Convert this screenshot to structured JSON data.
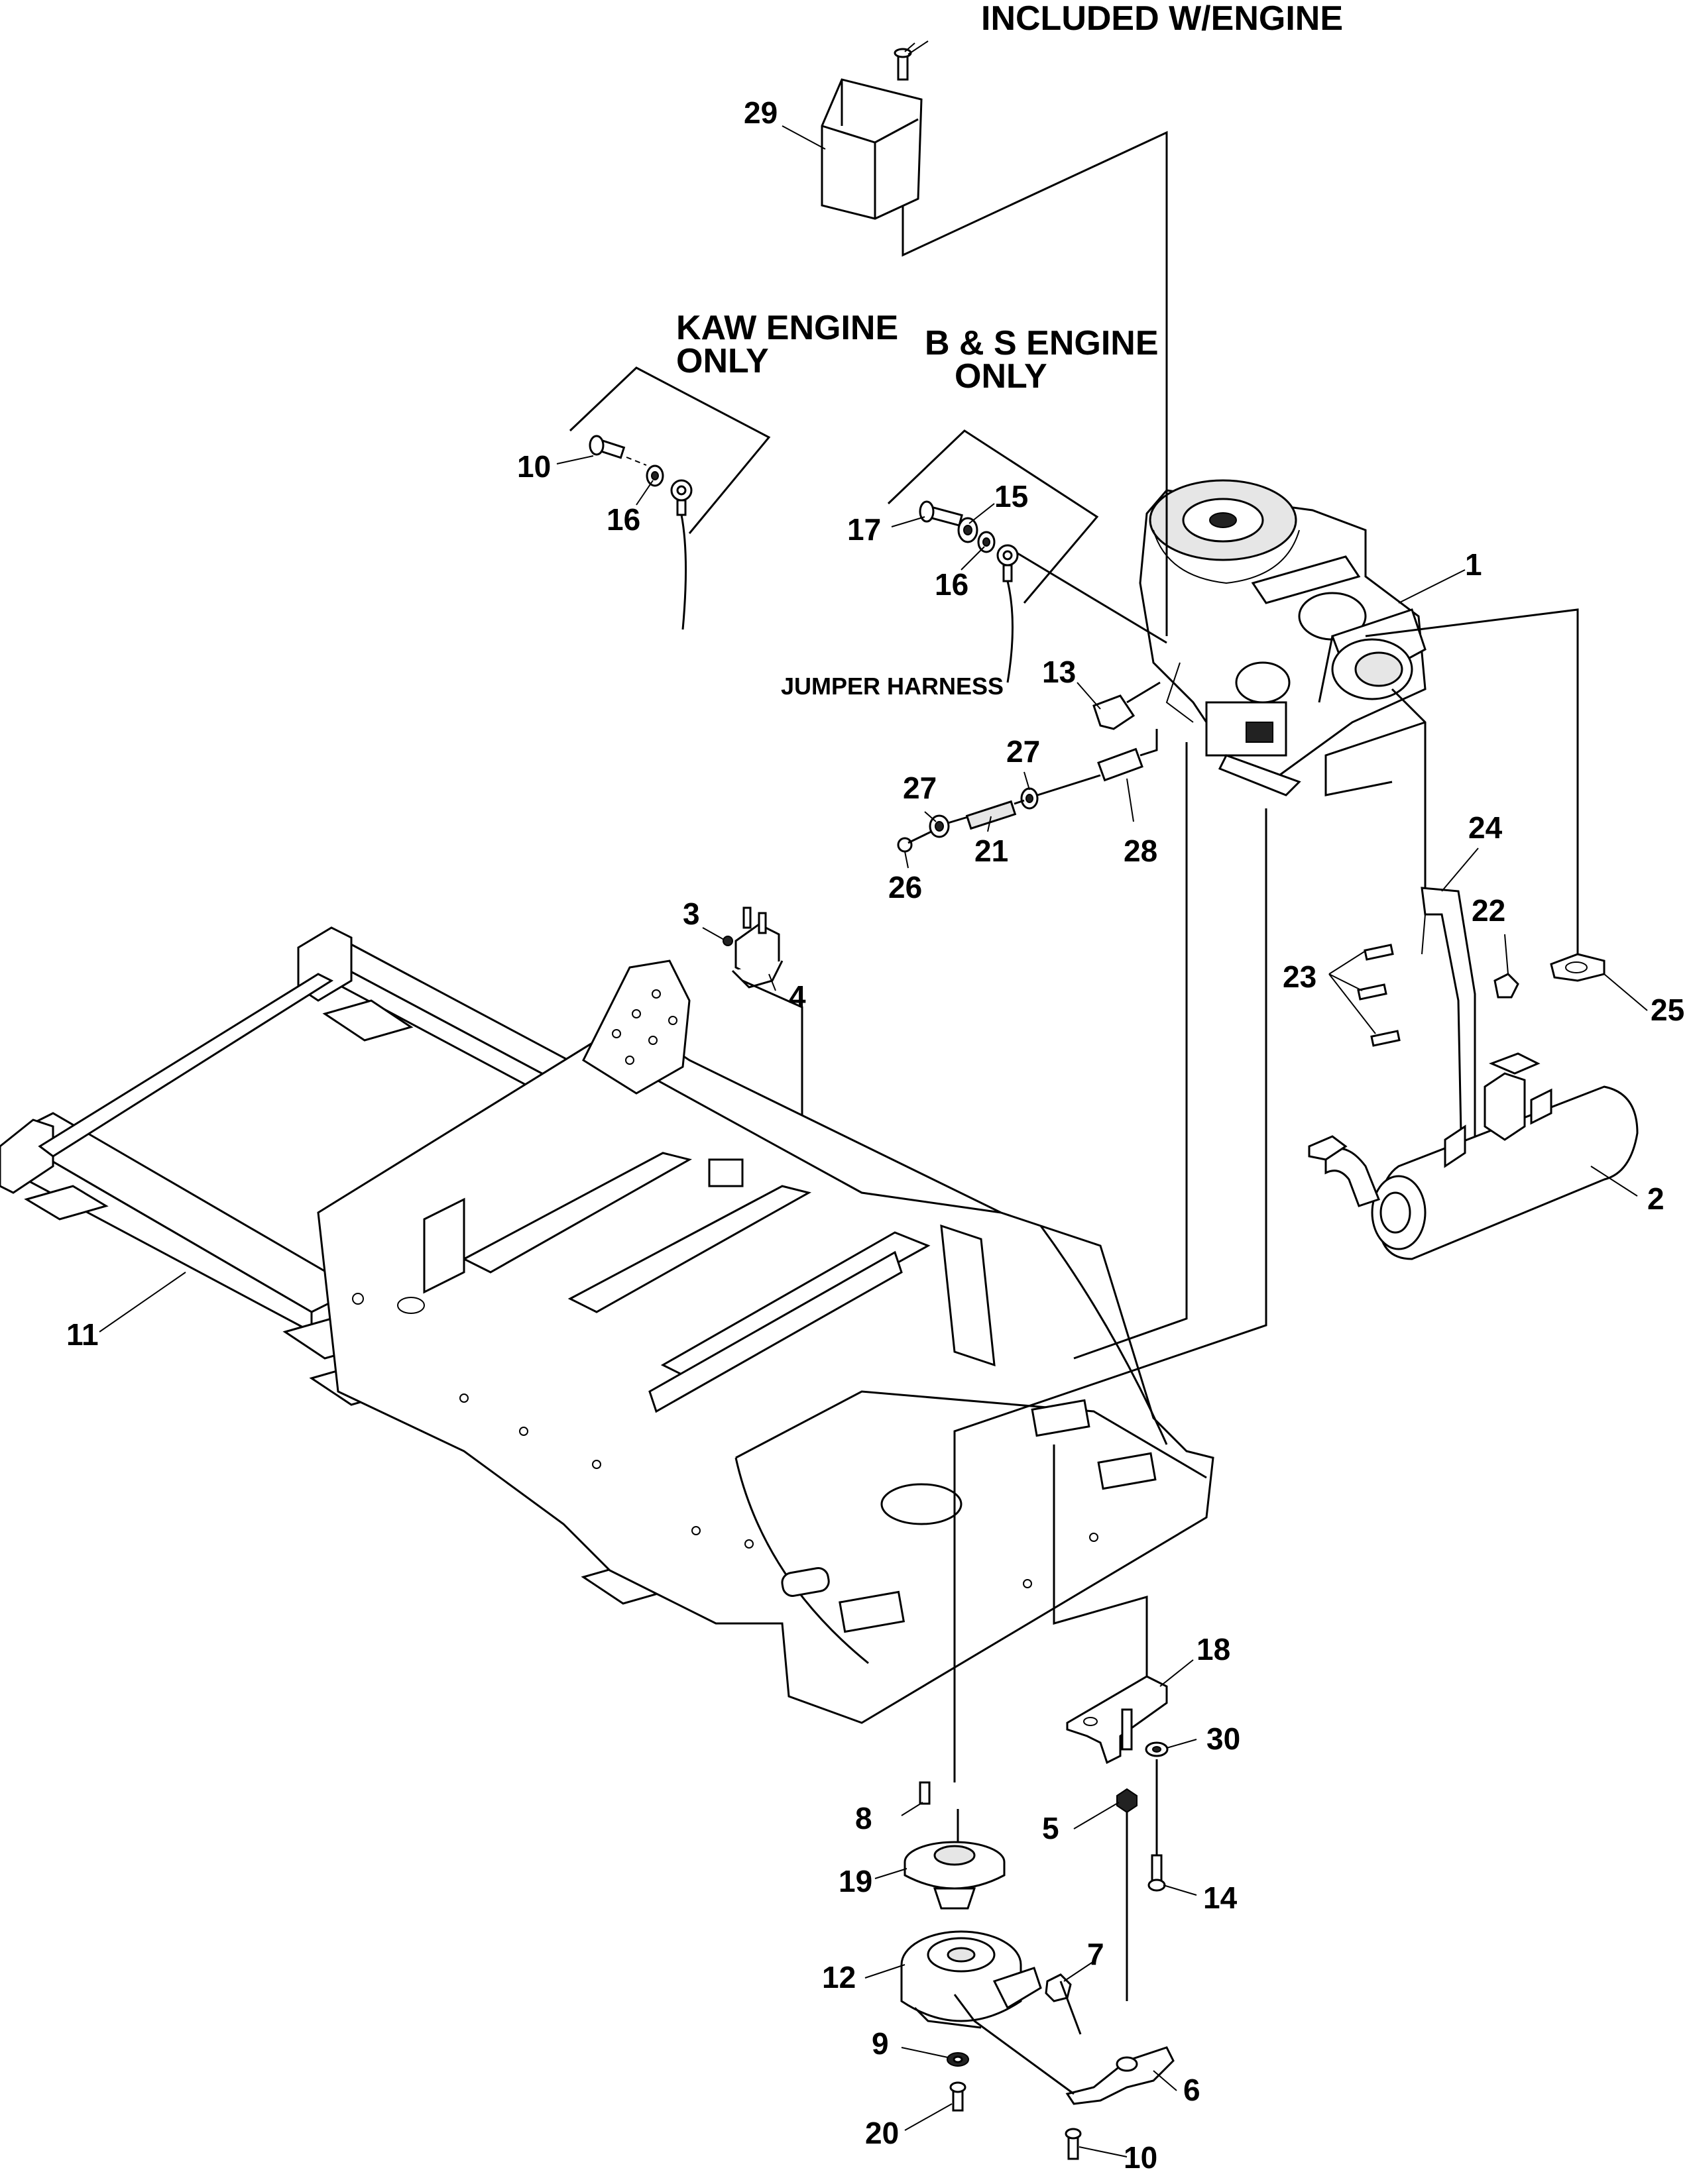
{
  "notes": {
    "included_with_engine": "INCLUDED W/ENGINE",
    "kaw_engine_line1": "KAW ENGINE",
    "kaw_engine_line2": "ONLY",
    "bs_engine_line1": "B & S ENGINE",
    "bs_engine_line2": "ONLY",
    "jumper_harness": "JUMPER HARNESS"
  },
  "callouts": {
    "p1": "1",
    "p2": "2",
    "p3": "3",
    "p4": "4",
    "p5": "5",
    "p6": "6",
    "p7": "7",
    "p8": "8",
    "p9": "9",
    "p10_kaw": "10",
    "p10_bottom": "10",
    "p11": "11",
    "p12": "12",
    "p13": "13",
    "p14": "14",
    "p15": "15",
    "p16_kaw": "16",
    "p16_bs": "16",
    "p17": "17",
    "p18": "18",
    "p19": "19",
    "p20": "20",
    "p21": "21",
    "p22": "22",
    "p23": "23",
    "p24": "24",
    "p25": "25",
    "p26": "26",
    "p27_left": "27",
    "p27_right": "27",
    "p28": "28",
    "p29": "29",
    "p30": "30"
  }
}
